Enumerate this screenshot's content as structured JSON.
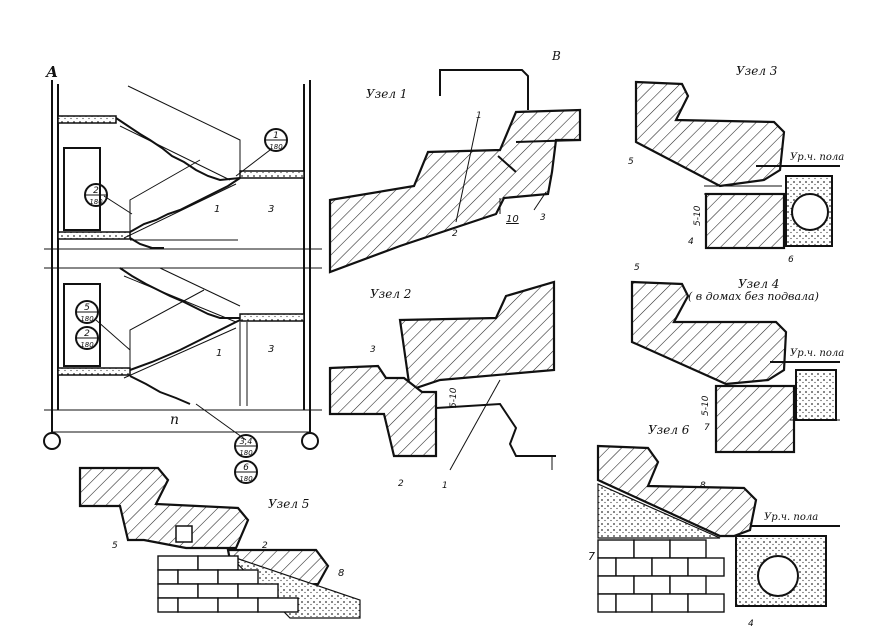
{
  "main_drawing": {
    "axis_label": "А",
    "span_label": "п",
    "callouts": [
      {
        "top": "1",
        "bottom": "180"
      },
      {
        "top": "2",
        "bottom": "180"
      },
      {
        "top": "5",
        "bottom": "180"
      },
      {
        "top": "2",
        "bottom": "180"
      },
      {
        "top": "3,4",
        "bottom": "180"
      },
      {
        "top": "6",
        "bottom": "180"
      }
    ],
    "pos_1": "1",
    "pos_3": "3"
  },
  "node1": {
    "title": "Узел 1",
    "letter": "В",
    "dim": "10",
    "pos_1": "1",
    "pos_2": "2",
    "pos_3": "3"
  },
  "node2": {
    "title": "Узел 2",
    "dim": "5-10",
    "pos_1": "1",
    "pos_2": "2",
    "pos_3": "3"
  },
  "node3": {
    "title": "Узел 3",
    "floor_label": "Ур.ч. пола",
    "dim": "5-10",
    "pos_4": "4",
    "pos_5": "5",
    "pos_6": "6"
  },
  "node4": {
    "title": "Узел 4",
    "subtitle": "( в домах без подвала)",
    "floor_label": "Ур.ч. пола",
    "dim": "5-10",
    "pos_5": "5",
    "pos_7": "7"
  },
  "node5": {
    "title": "Узел 5",
    "pos_2": "2",
    "pos_5": "5",
    "pos_8": "8"
  },
  "node6": {
    "title": "Узел 6",
    "floor_label": "Ур.ч. пола",
    "pos_7": "7",
    "pos_8": "8",
    "pos_4": "4"
  }
}
